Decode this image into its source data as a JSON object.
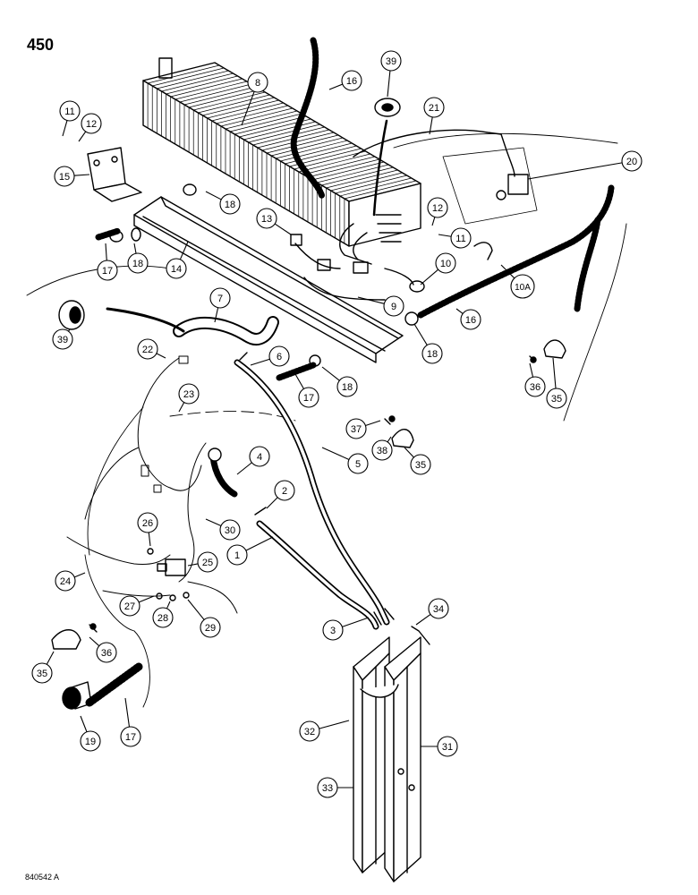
{
  "page": {
    "number": "450",
    "figure_code": "840542 A"
  },
  "callouts": [
    "1",
    "2",
    "3",
    "4",
    "5",
    "6",
    "7",
    "8",
    "9",
    "10",
    "10A",
    "11",
    "12",
    "13",
    "14",
    "15",
    "16",
    "17",
    "18",
    "19",
    "20",
    "21",
    "22",
    "23",
    "24",
    "25",
    "26",
    "27",
    "28",
    "29",
    "30",
    "31",
    "32",
    "33",
    "34",
    "35",
    "36",
    "37",
    "38",
    "39"
  ],
  "colors": {
    "ink": "#000000",
    "paper": "#ffffff"
  }
}
